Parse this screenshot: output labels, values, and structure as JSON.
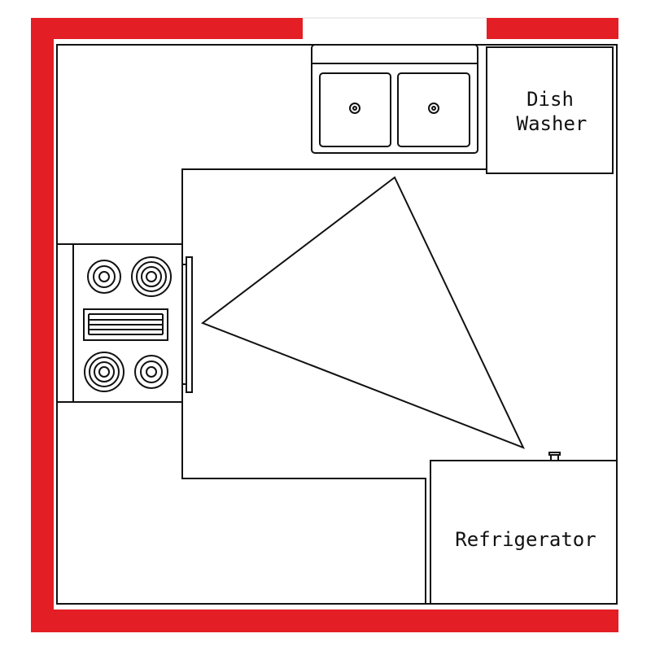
{
  "labels": {
    "dishwasher_line1": "Dish",
    "dishwasher_line2": "Washer",
    "refrigerator": "Refrigerator"
  },
  "colors": {
    "wall": "#e31e24",
    "line": "#111111",
    "background": "#ffffff"
  }
}
